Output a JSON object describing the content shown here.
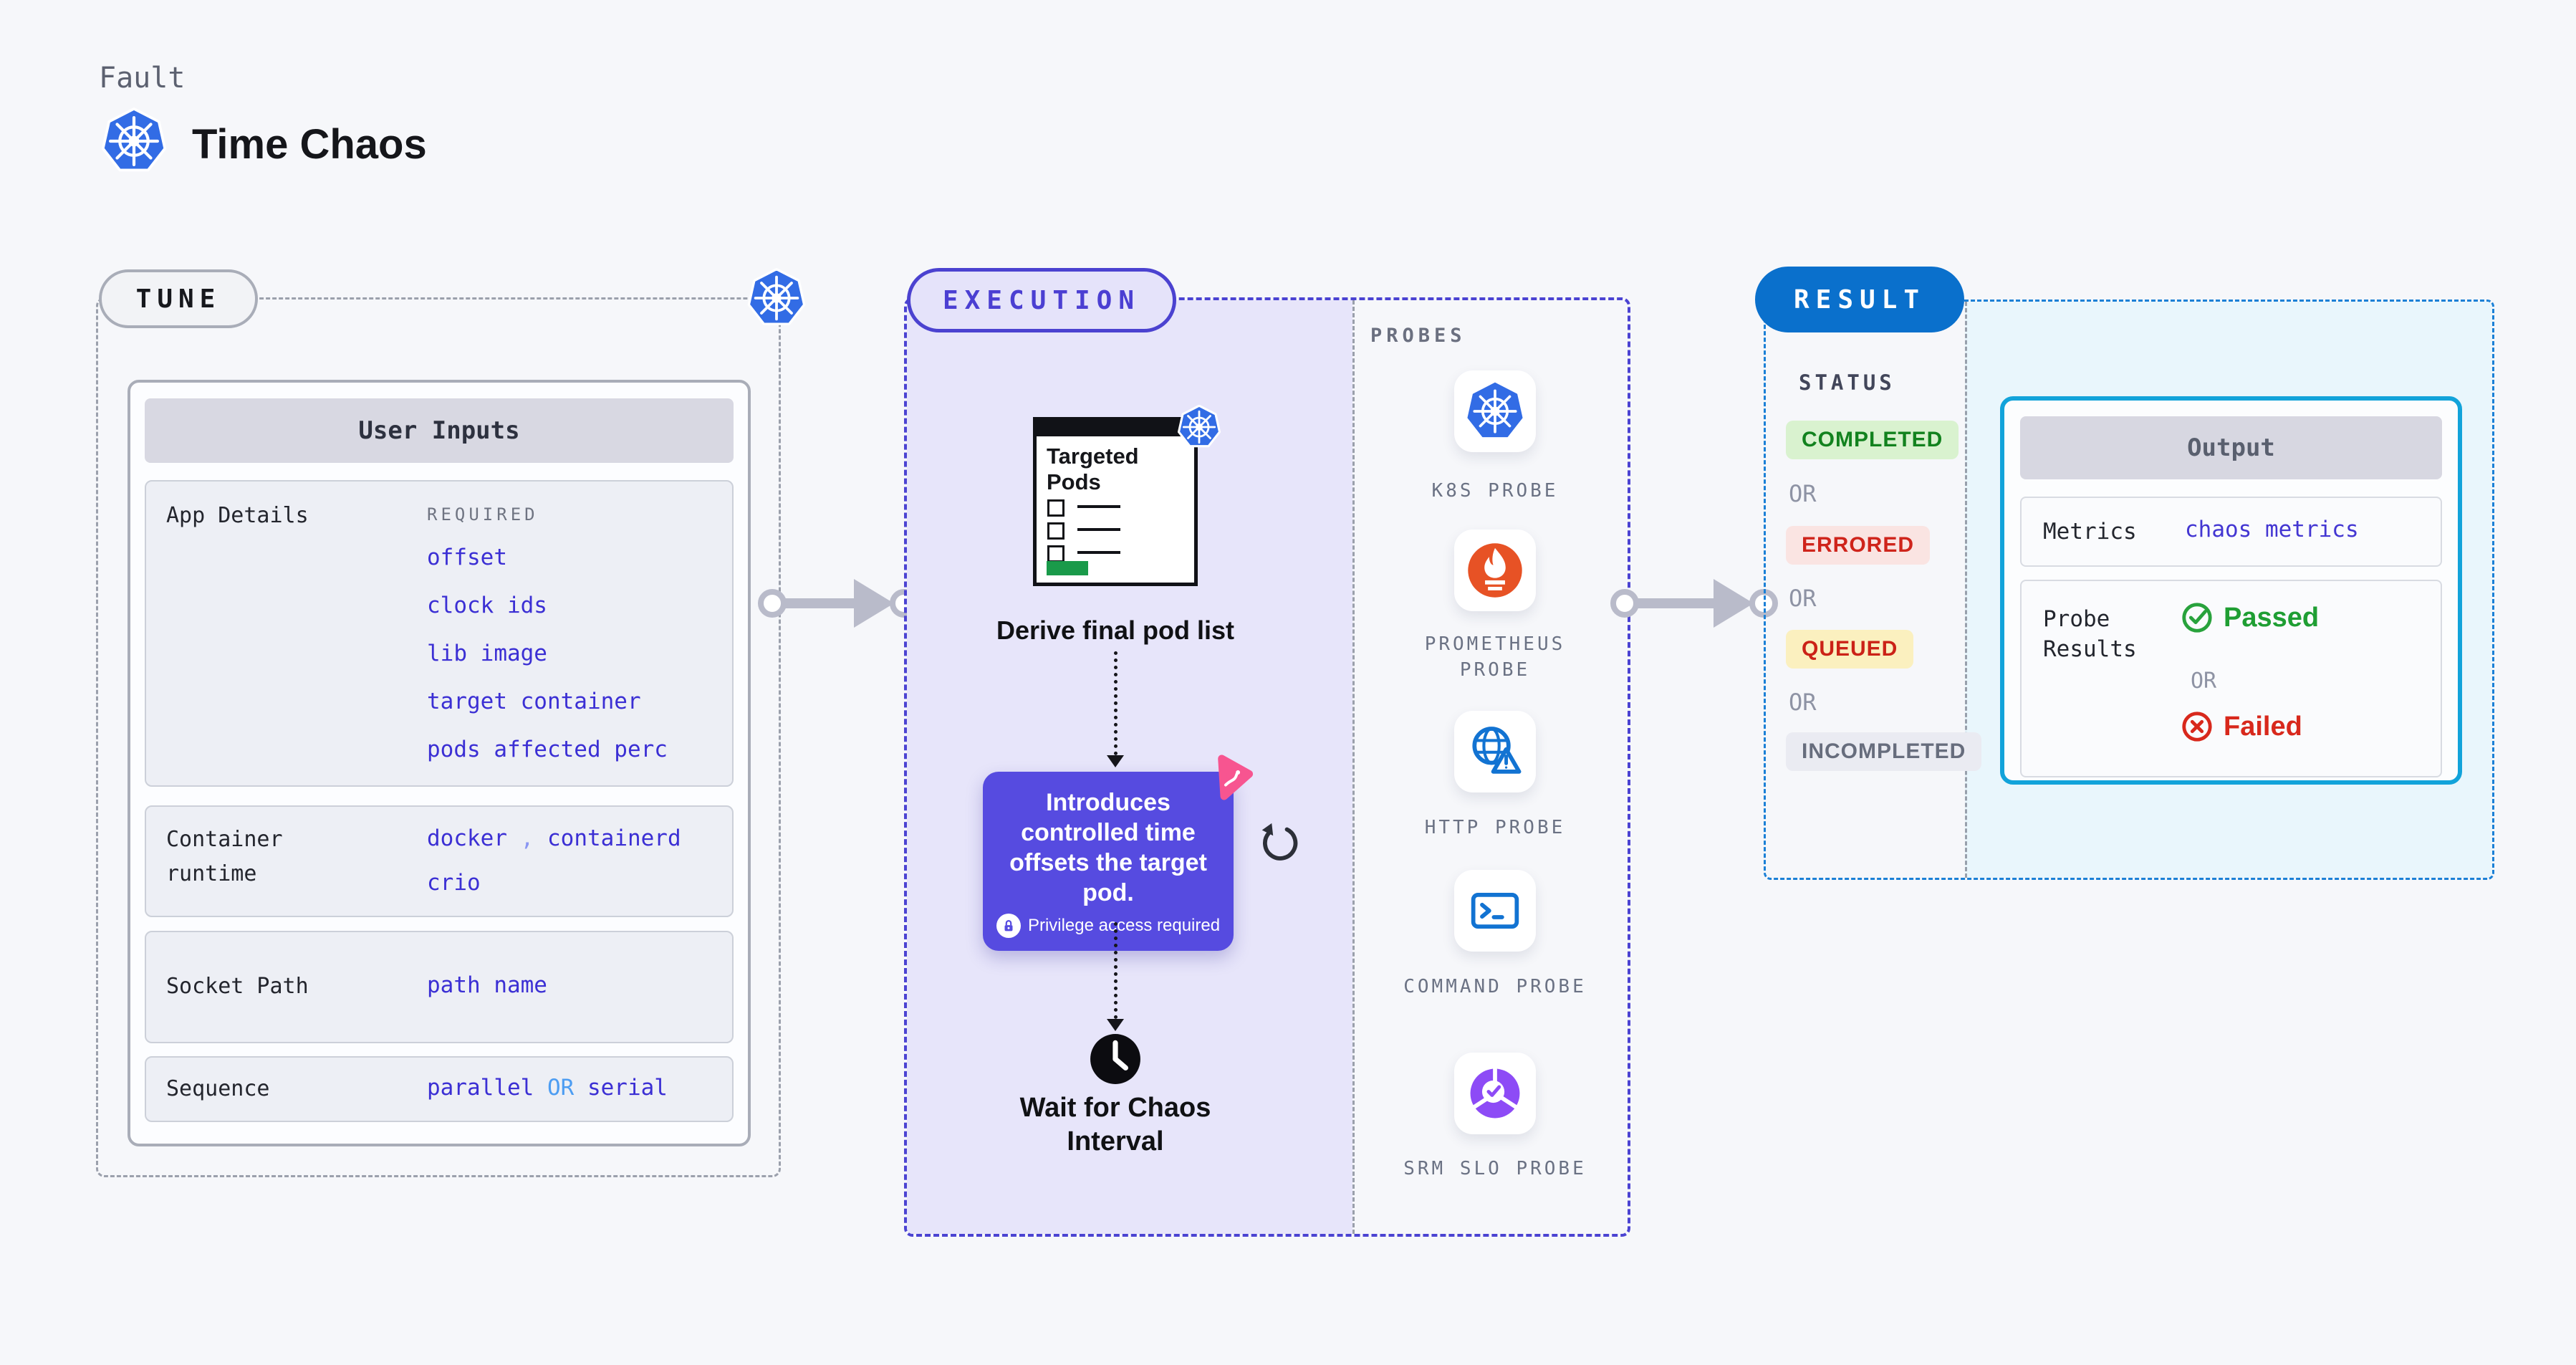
{
  "colors": {
    "page_bg": "#f6f7fa",
    "kubernetes_blue": "#326ce5",
    "execution_accent": "#4b42d0",
    "execution_fill": "#e7e5fa",
    "tooltip_bg": "#564be0",
    "result_pill_blue": "#0a70cc",
    "result_dash_blue": "#1b80d6",
    "result_fill": "#e9f6fc",
    "output_border": "#12a3da",
    "link_blue": "#3b2fd4",
    "or_light_blue": "#4d9df2",
    "prometheus_orange": "#e75225",
    "probe_icon_blue": "#1273d2",
    "srm_purple": "#8d4bf6",
    "chaos_pink": "#f75590",
    "passed_green": "#1f9e33",
    "failed_red": "#d8281c",
    "targeted_green": "#1a9a4a"
  },
  "header": {
    "eyebrow": "Fault",
    "title": "Time Chaos",
    "logo_icon": "kubernetes-icon"
  },
  "tune": {
    "label": "TUNE",
    "corner_icon": "kubernetes-icon",
    "user_inputs": {
      "title": "User Inputs",
      "app_details": {
        "label": "App Details",
        "tag": "REQUIRED",
        "links": [
          "offset",
          "clock ids",
          "lib image",
          "target container",
          "pods affected perc"
        ]
      },
      "container_runtime": {
        "label": "Container runtime",
        "value_1": "docker",
        "separator": ",",
        "value_2": "containerd",
        "value_3": "crio"
      },
      "socket_path": {
        "label": "Socket Path",
        "value": "path name"
      },
      "sequence": {
        "label": "Sequence",
        "value_a": "parallel",
        "or": "OR",
        "value_b": "serial"
      }
    }
  },
  "execution": {
    "label": "EXECUTION",
    "targeted_pods": {
      "title": "Targeted Pods",
      "icon": "kubernetes-icon",
      "caption": "Derive final pod list"
    },
    "tooltip": {
      "text": "Introduces controlled time offsets the target pod.",
      "badge_icon": "lock-icon",
      "badge": "Privilege access required",
      "corner_icon": "chaos-pink-icon",
      "side_icon": "refresh-icon"
    },
    "wait": {
      "icon": "clock-icon",
      "text": "Wait for Chaos Interval"
    }
  },
  "probes": {
    "label": "PROBES",
    "items": [
      {
        "label": "K8S PROBE",
        "icon": "kubernetes-icon"
      },
      {
        "label": "PROMETHEUS PROBE",
        "icon": "prometheus-icon"
      },
      {
        "label": "HTTP PROBE",
        "icon": "http-globe-icon"
      },
      {
        "label": "COMMAND PROBE",
        "icon": "terminal-icon"
      },
      {
        "label": "SRM SLO PROBE",
        "icon": "srm-slo-icon"
      }
    ]
  },
  "result": {
    "label": "RESULT",
    "status": {
      "label": "STATUS",
      "or": "OR",
      "badges": [
        {
          "text": "COMPLETED",
          "style": "background:#d9f2cf;color:#12821e;"
        },
        {
          "text": "ERRORED",
          "style": "background:#fae4e2;color:#cf241b;"
        },
        {
          "text": "QUEUED",
          "style": "background:#fbf0bf;color:#cb2217;"
        },
        {
          "text": "INCOMPLETED",
          "style": "background:#eaebf2;color:#676d7d;"
        }
      ]
    },
    "output": {
      "title": "Output",
      "metrics": {
        "label": "Metrics",
        "value": "chaos metrics"
      },
      "probe_results": {
        "label": "Probe Results",
        "passed": "Passed",
        "or": "OR",
        "failed": "Failed"
      }
    }
  }
}
